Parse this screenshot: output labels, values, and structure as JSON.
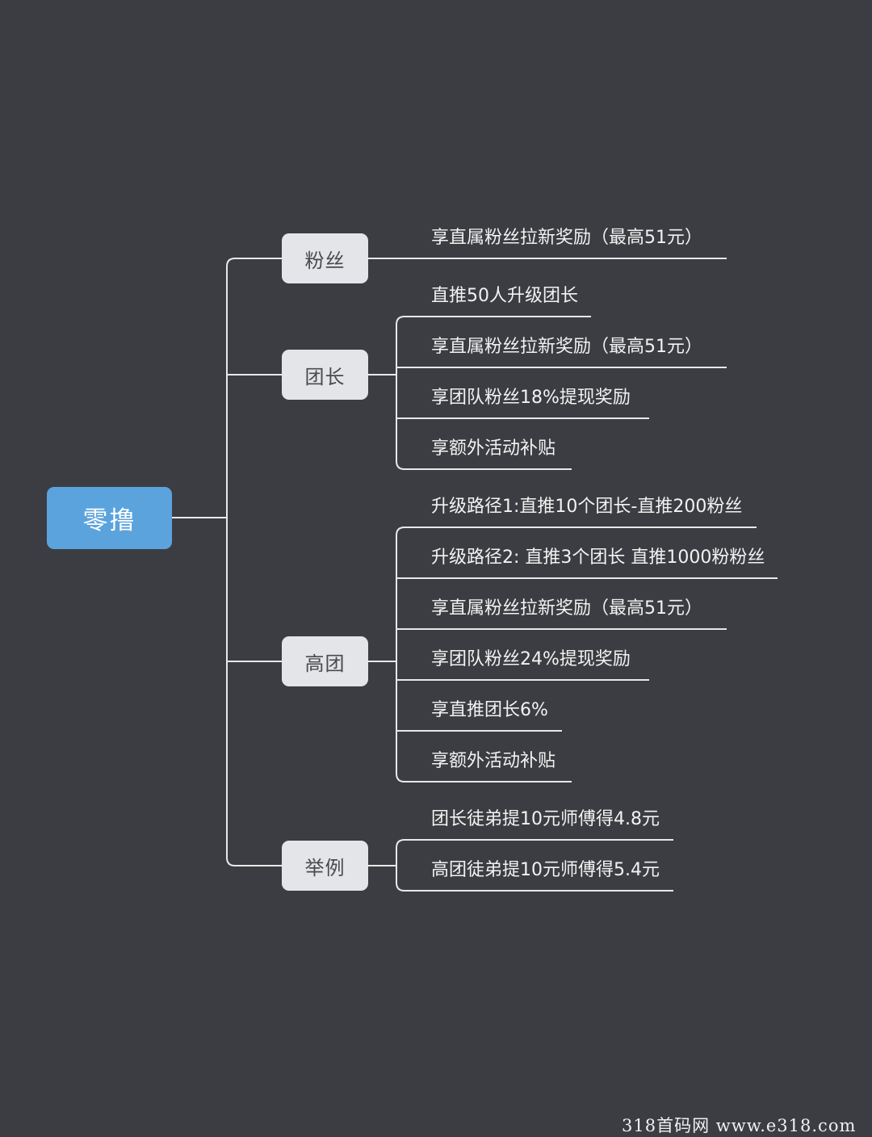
{
  "root": {
    "label": "零撸"
  },
  "branches": [
    {
      "label": "粉丝",
      "leaves": [
        "享直属粉丝拉新奖励（最高51元）"
      ]
    },
    {
      "label": "团长",
      "leaves": [
        "直推50人升级团长",
        "享直属粉丝拉新奖励（最高51元）",
        "享团队粉丝18%提现奖励",
        "享额外活动补贴"
      ]
    },
    {
      "label": "高团",
      "leaves": [
        "升级路径1:直推10个团长-直推200粉丝",
        "升级路径2: 直推3个团长 直推1000粉粉丝",
        "享直属粉丝拉新奖励（最高51元）",
        "享团队粉丝24%提现奖励",
        "享直推团长6%",
        "享额外活动补贴"
      ]
    },
    {
      "label": "举例",
      "leaves": [
        "团长徒弟提10元师傅得4.8元",
        "高团徒弟提10元师傅得5.4元"
      ]
    }
  ],
  "watermark": "318首码网  www.e318.com",
  "colors": {
    "background": "#3c3d42",
    "root_fill": "#5ba3dc",
    "branch_fill": "#e4e5e8",
    "line": "#e8e8e8"
  }
}
